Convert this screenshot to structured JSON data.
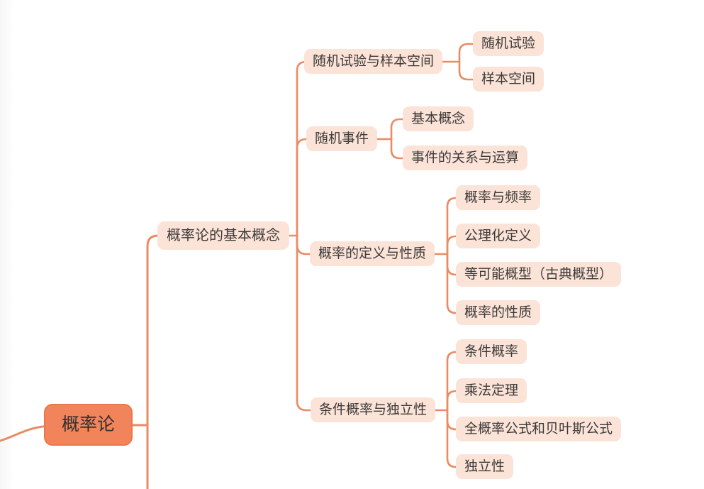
{
  "colors": {
    "accent": "#F2845C",
    "accentborder": "#EC764B",
    "nodefill": "#FBE3D7",
    "line": "#E98B63",
    "text": "#3C3A39"
  },
  "map": {
    "root": {
      "label": "概率论"
    },
    "branch": {
      "label": "概率论的基本概念",
      "children": [
        {
          "label": "随机试验与样本空间",
          "children": [
            {
              "label": "随机试验"
            },
            {
              "label": "样本空间"
            }
          ]
        },
        {
          "label": "随机事件",
          "children": [
            {
              "label": "基本概念"
            },
            {
              "label": "事件的关系与运算"
            }
          ]
        },
        {
          "label": "概率的定义与性质",
          "children": [
            {
              "label": "概率与频率"
            },
            {
              "label": "公理化定义"
            },
            {
              "label": "等可能概型（古典概型）"
            },
            {
              "label": "概率的性质"
            }
          ]
        },
        {
          "label": "条件概率与独立性",
          "children": [
            {
              "label": "条件概率"
            },
            {
              "label": "乘法定理"
            },
            {
              "label": "全概率公式和贝叶斯公式"
            },
            {
              "label": "独立性"
            }
          ]
        }
      ]
    }
  }
}
